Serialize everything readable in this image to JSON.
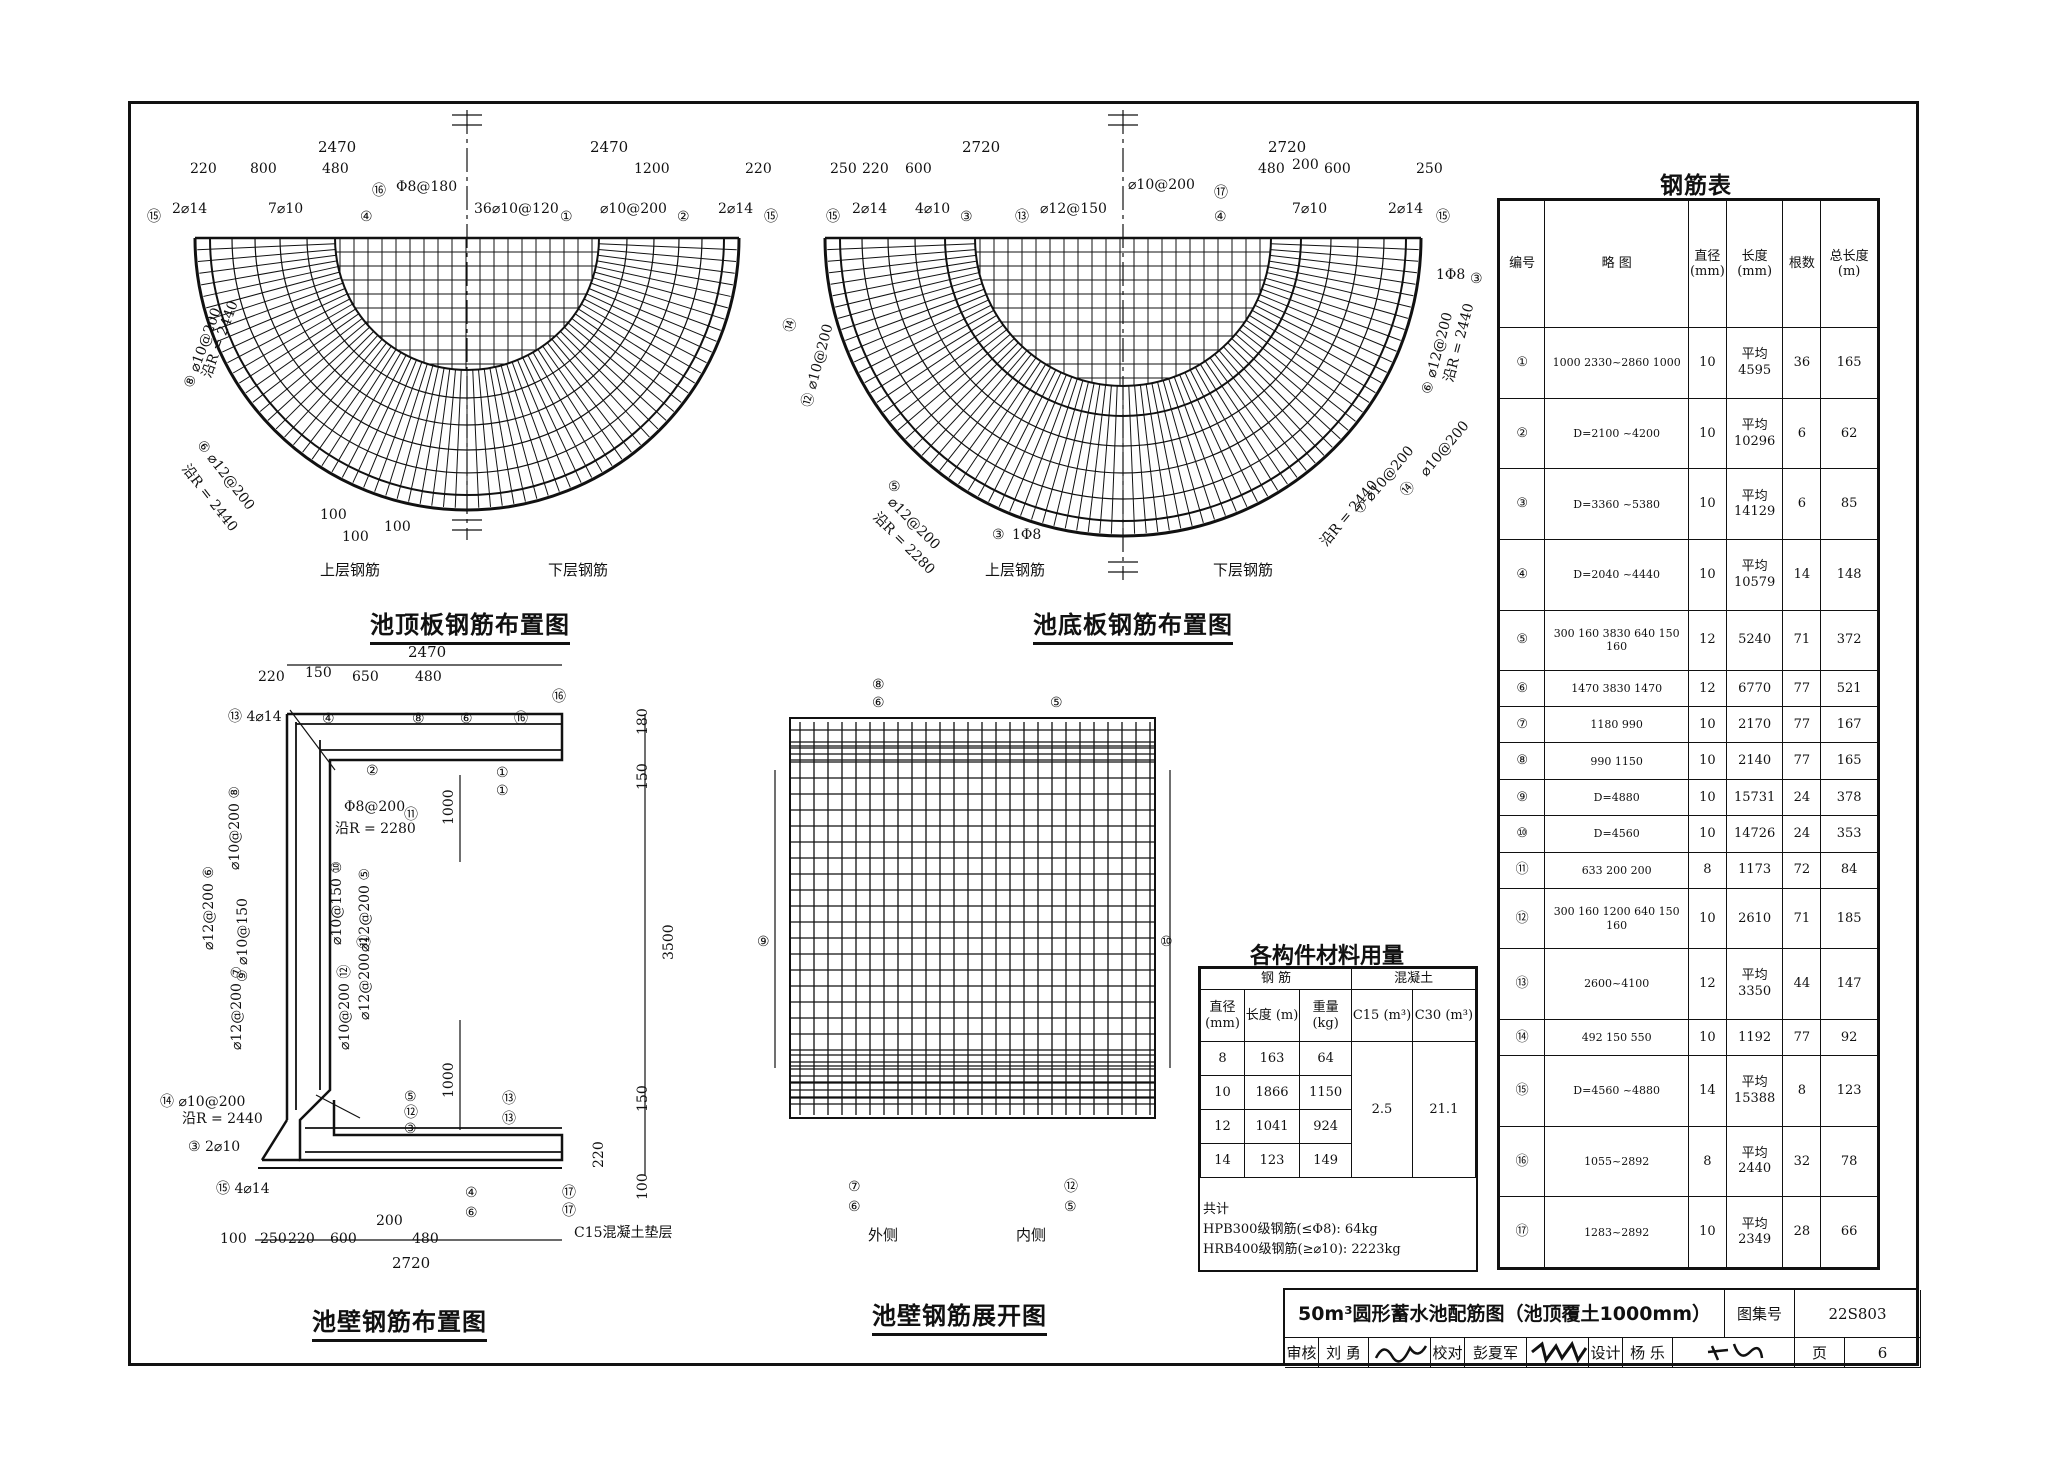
{
  "views": {
    "roof_plan": {
      "title": "池顶板钢筋布置图",
      "upper_label": "上层钢筋",
      "lower_label": "下层钢筋",
      "dims_top": [
        "2470",
        "2470"
      ],
      "dims_sub_left": [
        "220",
        "800",
        "480"
      ],
      "dims_sub_right": [
        "1200",
        "220"
      ],
      "callouts": [
        "⑮",
        "2⌀14",
        "7⌀10",
        "④",
        "⑯",
        "Φ8@180",
        "36⌀10@120",
        "①",
        "⌀10@200",
        "②",
        "2⌀14",
        "⑮"
      ],
      "side_notes": [
        "⑧ ⌀10@200",
        "沿R = 2440",
        "⑥ ⌀12@200",
        "沿R = 2440",
        "100",
        "100",
        "100"
      ]
    },
    "floor_plan": {
      "title": "池底板钢筋布置图",
      "upper_label": "上层钢筋",
      "lower_label": "下层钢筋",
      "dims_top": [
        "2720",
        "2720"
      ],
      "dims_sub_left": [
        "250",
        "220",
        "600"
      ],
      "dims_sub_right": [
        "480",
        "200",
        "600",
        "250"
      ],
      "callouts": [
        "⑮",
        "2⌀14",
        "4⌀10",
        "③",
        "⑬",
        "⌀12@150",
        "⌀10@200",
        "⑰",
        "④",
        "7⌀10",
        "2⌀14",
        "⑮"
      ],
      "side_notes": [
        "⑫ ⌀10@200",
        "⑭",
        "⑤",
        "⌀12@200",
        "沿R = 2280",
        "③",
        "1Φ8",
        "1Φ8",
        "③",
        "⑥ ⌀12@200",
        "沿R = 2440",
        "⑦ ⌀10@200",
        "沿R = 2440",
        "⑭",
        "⌀10@200"
      ]
    },
    "wall_layout": {
      "title": "池壁钢筋布置图",
      "dim_top": "2470",
      "dim_top_sub": [
        "220",
        "150",
        "650",
        "480"
      ],
      "dim_bottom": "2720",
      "dim_bottom_sub": [
        "100",
        "250",
        "220",
        "600",
        "200",
        "480"
      ],
      "dim_right": [
        "180",
        "150",
        "3500",
        "150",
        "220",
        "100"
      ],
      "dim_inner": [
        "1000",
        "1000"
      ],
      "callouts": [
        "⑬ 4⌀14",
        "④",
        "⑧",
        "⑥",
        "⑯",
        "⑯",
        "②",
        "①",
        "①",
        "Φ8@200",
        "⑪",
        "沿R = 2280",
        "⌀10@200 ⑧",
        "⌀12@200 ⑥",
        "⑨ ⌀10@150",
        "⌀12@200 ⑦",
        "⌀10@150 ⑩",
        "⌀12@200 ⑤",
        "⌀12@200 ⑫",
        "⌀10@200 ⑫",
        "⑭ ⌀10@200",
        "沿R = 2440",
        "③ 2⌀10",
        "⑮ 4⌀14",
        "⑤",
        "⑫",
        "③",
        "⑬",
        "⑬",
        "④",
        "⑥",
        "⑰",
        "⑰",
        "C15混凝土垫层"
      ]
    },
    "wall_unfold": {
      "title": "池壁钢筋展开图",
      "outer_label": "外侧",
      "inner_label": "内侧",
      "callouts": [
        "⑧",
        "⑥",
        "⑤",
        "⑨",
        "⑩",
        "⑦",
        "⑥",
        "⑫",
        "⑤"
      ]
    }
  },
  "rebar_table": {
    "caption": "钢筋表",
    "headers": [
      "编号",
      "略  图",
      "直径 (mm)",
      "长度 (mm)",
      "根数",
      "总长度 (m)"
    ],
    "rows": [
      {
        "no": "①",
        "sketch": "1000 2330~2860 1000",
        "dia": "10",
        "len": "平均 4595",
        "count": "36",
        "total": "165"
      },
      {
        "no": "②",
        "sketch": "D=2100 ~4200",
        "dia": "10",
        "len": "平均 10296",
        "count": "6",
        "total": "62"
      },
      {
        "no": "③",
        "sketch": "D=3360 ~5380",
        "dia": "10",
        "len": "平均 14129",
        "count": "6",
        "total": "85"
      },
      {
        "no": "④",
        "sketch": "D=2040 ~4440",
        "dia": "10",
        "len": "平均 10579",
        "count": "14",
        "total": "148"
      },
      {
        "no": "⑤",
        "sketch": "300 160 3830 640 150 160",
        "dia": "12",
        "len": "5240",
        "count": "71",
        "total": "372"
      },
      {
        "no": "⑥",
        "sketch": "1470 3830 1470",
        "dia": "12",
        "len": "6770",
        "count": "77",
        "total": "521"
      },
      {
        "no": "⑦",
        "sketch": "1180 990",
        "dia": "10",
        "len": "2170",
        "count": "77",
        "total": "167"
      },
      {
        "no": "⑧",
        "sketch": "990 1150",
        "dia": "10",
        "len": "2140",
        "count": "77",
        "total": "165"
      },
      {
        "no": "⑨",
        "sketch": "D=4880",
        "dia": "10",
        "len": "15731",
        "count": "24",
        "total": "378"
      },
      {
        "no": "⑩",
        "sketch": "D=4560",
        "dia": "10",
        "len": "14726",
        "count": "24",
        "total": "353"
      },
      {
        "no": "⑪",
        "sketch": "633 200 200",
        "dia": "8",
        "len": "1173",
        "count": "72",
        "total": "84"
      },
      {
        "no": "⑫",
        "sketch": "300 160 1200 640 150 160",
        "dia": "10",
        "len": "2610",
        "count": "71",
        "total": "185"
      },
      {
        "no": "⑬",
        "sketch": "2600~4100",
        "dia": "12",
        "len": "平均 3350",
        "count": "44",
        "total": "147"
      },
      {
        "no": "⑭",
        "sketch": "492 150 550",
        "dia": "10",
        "len": "1192",
        "count": "77",
        "total": "92"
      },
      {
        "no": "⑮",
        "sketch": "D=4560 ~4880",
        "dia": "14",
        "len": "平均 15388",
        "count": "8",
        "total": "123"
      },
      {
        "no": "⑯",
        "sketch": "1055~2892",
        "dia": "8",
        "len": "平均 2440",
        "count": "32",
        "total": "78"
      },
      {
        "no": "⑰",
        "sketch": "1283~2892",
        "dia": "10",
        "len": "平均 2349",
        "count": "28",
        "total": "66"
      }
    ]
  },
  "materials": {
    "caption": "各构件材料用量",
    "group_rebar": "钢  筋",
    "group_concrete": "混凝土",
    "headers": [
      "直径 (mm)",
      "长度 (m)",
      "重量 (kg)",
      "C15 (m³)",
      "C30 (m³)"
    ],
    "rows": [
      {
        "dia": "8",
        "len": "163",
        "weight": "64"
      },
      {
        "dia": "10",
        "len": "1866",
        "weight": "1150"
      },
      {
        "dia": "12",
        "len": "1041",
        "weight": "924"
      },
      {
        "dia": "14",
        "len": "123",
        "weight": "149"
      }
    ],
    "c15": "2.5",
    "c30": "21.1",
    "total_label": "共计",
    "note_hpb": "HPB300级钢筋(≤Φ8): 64kg",
    "note_hrb": "HRB400级钢筋(≥⌀10): 2223kg"
  },
  "title_block": {
    "title": "50m³圆形蓄水池配筋图（池顶覆土1000mm）",
    "atlas_label": "图集号",
    "atlas_no": "22S803",
    "review_label": "审核",
    "review_name": "刘 勇",
    "check_label": "校对",
    "check_name": "彭夏军",
    "design_label": "设计",
    "design_name": "杨 乐",
    "page_label": "页",
    "page_no": "6"
  }
}
